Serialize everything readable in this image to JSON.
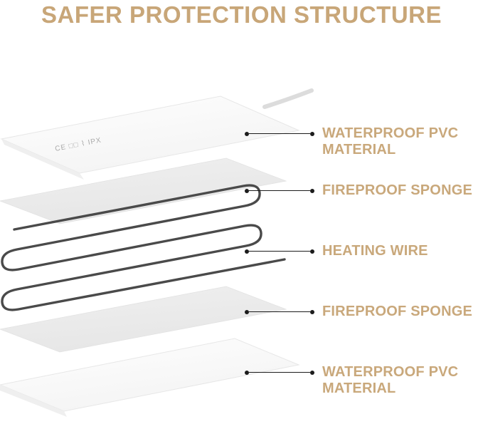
{
  "title": "SAFER PROTECTION STRUCTURE",
  "colors": {
    "accent_title": "#C8A678",
    "accent_label": "#C9A87B",
    "wire": "#4A4A4A",
    "pvc_sheet": "#FBFBFB",
    "sponge_sheet": "#EBEBEB",
    "leader": "#1C1C1C"
  },
  "diagram": {
    "layers": [
      "waterproof-pvc-top",
      "fireproof-sponge-upper",
      "heating-wire",
      "fireproof-sponge-lower",
      "waterproof-pvc-bottom"
    ],
    "top_layer_marking": "CE □□ ⌇ IPX"
  },
  "callouts": [
    {
      "label": "WATERPROOF PVC MATERIAL"
    },
    {
      "label": "FIREPROOF SPONGE"
    },
    {
      "label": "HEATING WIRE"
    },
    {
      "label": "FIREPROOF SPONGE"
    },
    {
      "label": "WATERPROOF PVC MATERIAL"
    }
  ]
}
